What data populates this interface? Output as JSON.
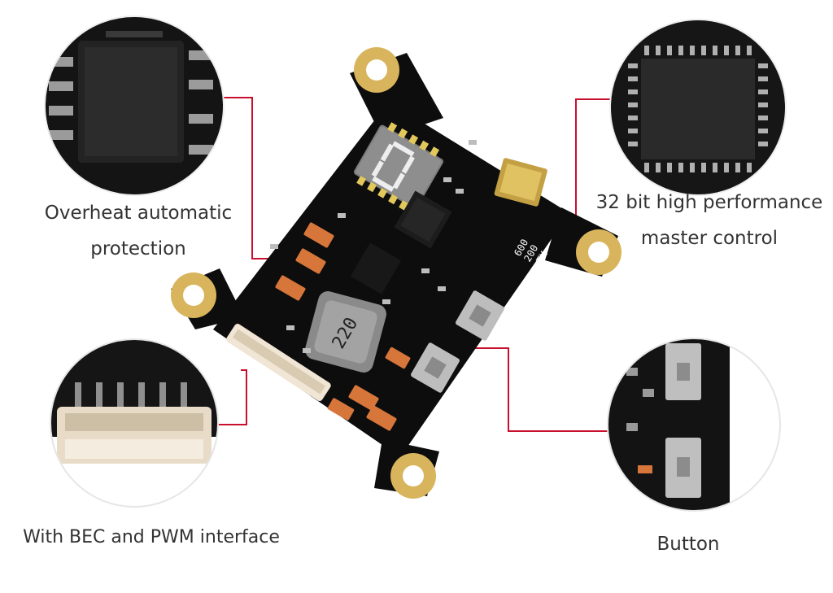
{
  "captions": {
    "overheat": {
      "line1": "Overheat automatic",
      "line2": "protection"
    },
    "mcu": {
      "line1": "32 bit high performance",
      "line2": "master control"
    },
    "bec": "With BEC and PWM interface",
    "button": "Button"
  },
  "board": {
    "inductor_marking": "220",
    "silkscreen": [
      "600",
      "200",
      "TX"
    ],
    "display_digit": "0"
  },
  "colors": {
    "pcb": "#0d0d0d",
    "gold_pad": "#d8b45c",
    "callout_line": "#c8102e",
    "caption_text": "#333333"
  }
}
